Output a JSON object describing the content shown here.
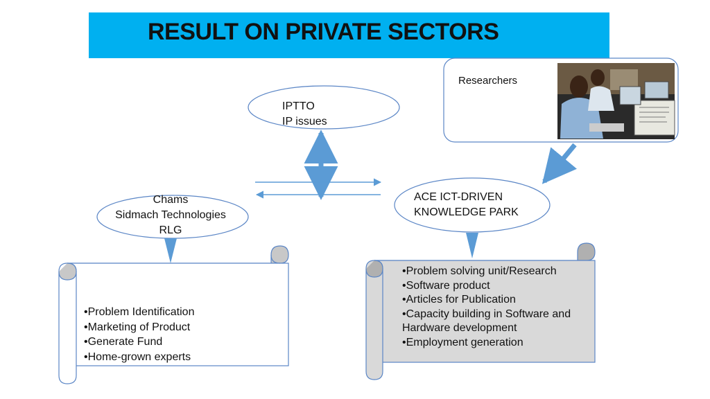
{
  "title": "RESULT ON PRIVATE SECTORS",
  "colors": {
    "banner": "#00b0f0",
    "arrow": "#5b9bd5",
    "outline": "#5b86c6",
    "scroll_fill_left": "#ffffff",
    "scroll_fill_right": "#d9d9d9"
  },
  "researchers": {
    "label": "Researchers",
    "image": "photo of researchers at computers"
  },
  "iptto": {
    "line1": "IPTTO",
    "line2": "IP issues"
  },
  "ace": {
    "line1": "ACE ICT-DRIVEN",
    "line2": "KNOWLEDGE PARK"
  },
  "chams": {
    "line1": "Chams",
    "line2": "Sidmach Technologies",
    "line3": "RLG"
  },
  "left_scroll": {
    "items": [
      "Problem Identification",
      "Marketing of Product",
      "Generate Fund",
      "Home-grown experts"
    ]
  },
  "right_scroll": {
    "items": [
      "Problem solving unit/Research",
      "Software product",
      "Articles for Publication",
      "Capacity building in  Software and Hardware  development",
      "Employment generation"
    ]
  }
}
